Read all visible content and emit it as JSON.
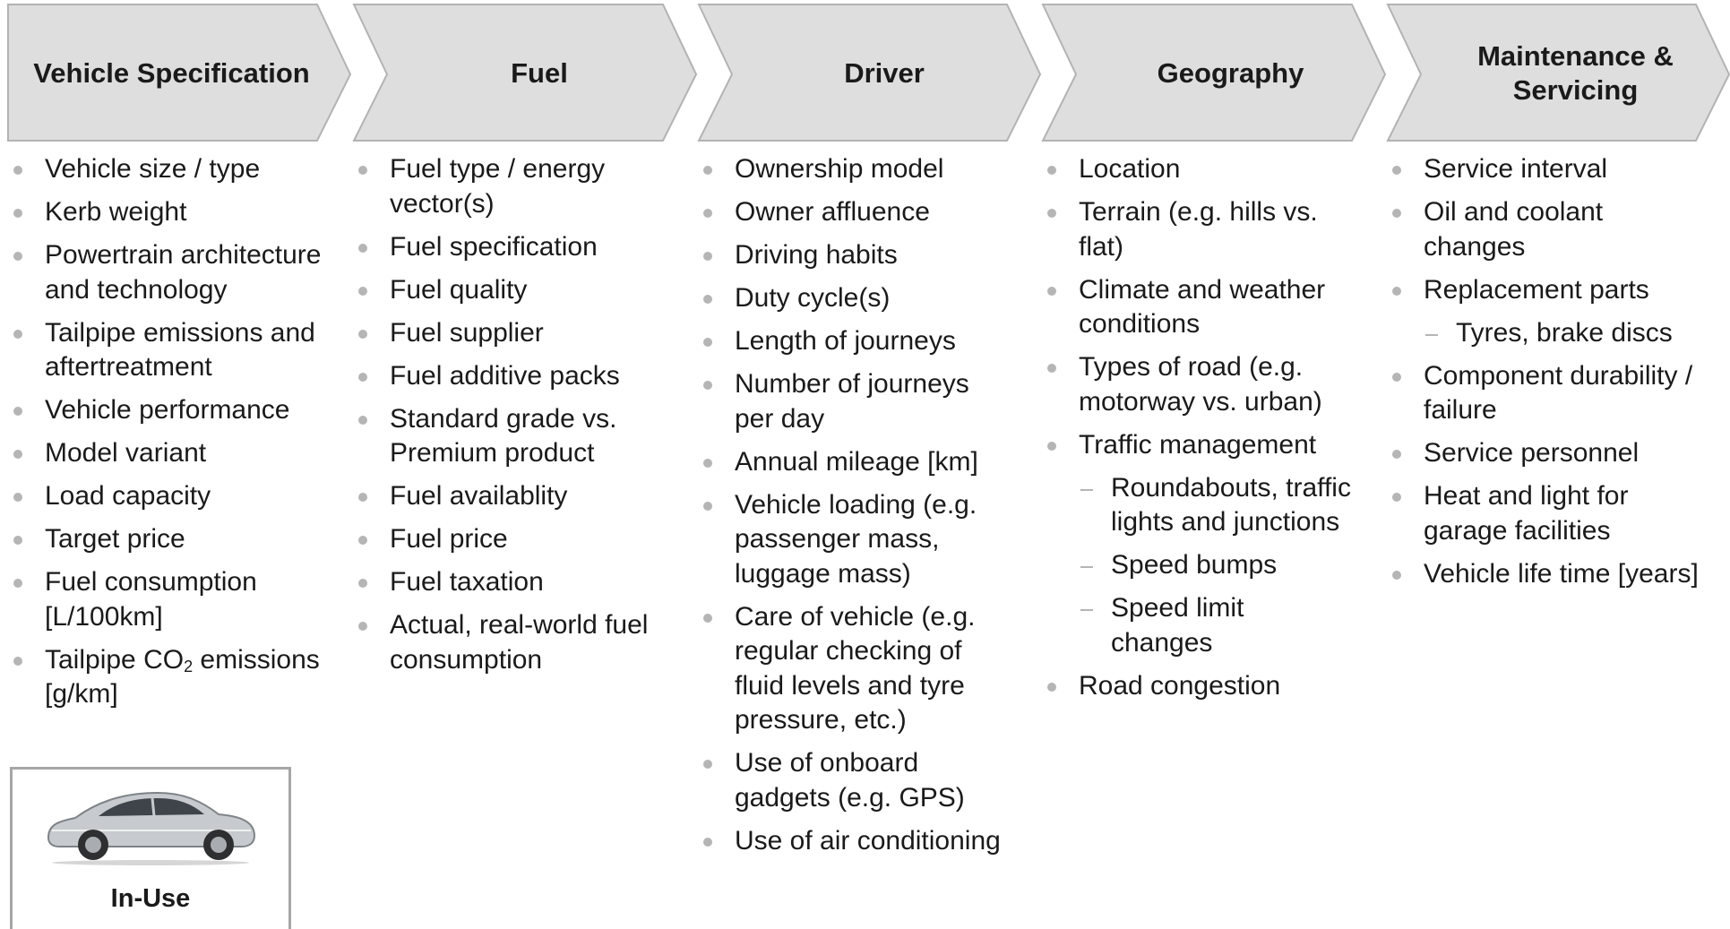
{
  "stages": [
    {
      "title": "Vehicle Specification",
      "items": [
        {
          "text": "Vehicle size / type"
        },
        {
          "text": "Kerb weight"
        },
        {
          "text": "Powertrain architecture and technology"
        },
        {
          "text": "Tailpipe emissions and aftertreatment"
        },
        {
          "text": "Vehicle performance"
        },
        {
          "text": "Model variant"
        },
        {
          "text": "Load capacity"
        },
        {
          "text": "Target price"
        },
        {
          "text": "Fuel consumption [L/100km]"
        },
        {
          "text": "Tailpipe CO",
          "sub": "2",
          "text2": " emissions [g/km]"
        }
      ]
    },
    {
      "title": "Fuel",
      "items": [
        {
          "text": "Fuel type / energy vector(s)"
        },
        {
          "text": "Fuel specification"
        },
        {
          "text": "Fuel quality"
        },
        {
          "text": "Fuel supplier"
        },
        {
          "text": "Fuel additive packs"
        },
        {
          "text": "Standard grade vs. Premium product"
        },
        {
          "text": "Fuel availablity"
        },
        {
          "text": "Fuel price"
        },
        {
          "text": "Fuel taxation"
        },
        {
          "text": "Actual, real-world fuel consumption"
        }
      ]
    },
    {
      "title": "Driver",
      "items": [
        {
          "text": "Ownership model"
        },
        {
          "text": "Owner affluence"
        },
        {
          "text": "Driving habits"
        },
        {
          "text": "Duty cycle(s)"
        },
        {
          "text": "Length of journeys"
        },
        {
          "text": "Number of journeys per day"
        },
        {
          "text": "Annual mileage [km]"
        },
        {
          "text": "Vehicle loading (e.g. passenger mass, luggage mass)"
        },
        {
          "text": "Care of vehicle (e.g. regular checking of fluid levels and tyre pressure, etc.)"
        },
        {
          "text": "Use of onboard gadgets (e.g. GPS)"
        },
        {
          "text": "Use of air conditioning"
        }
      ]
    },
    {
      "title": "Geography",
      "items": [
        {
          "text": "Location"
        },
        {
          "text": "Terrain (e.g. hills vs. flat)"
        },
        {
          "text": "Climate and weather conditions"
        },
        {
          "text": "Types of road (e.g. motorway vs. urban)"
        },
        {
          "text": "Traffic management"
        },
        {
          "text": "Roundabouts, traffic lights and junctions",
          "sub_level": true
        },
        {
          "text": "Speed bumps",
          "sub_level": true
        },
        {
          "text": "Speed limit changes",
          "sub_level": true
        },
        {
          "text": "Road congestion"
        }
      ]
    },
    {
      "title": "Maintenance & Servicing",
      "items": [
        {
          "text": "Service interval"
        },
        {
          "text": "Oil and coolant changes"
        },
        {
          "text": "Replacement parts"
        },
        {
          "text": "Tyres, brake discs",
          "sub_level": true
        },
        {
          "text": "Component durability / failure"
        },
        {
          "text": "Service personnel"
        },
        {
          "text": "Heat and light for garage facilities"
        },
        {
          "text": "Vehicle life time [years]"
        }
      ]
    }
  ],
  "in_use": {
    "label": "In-Use",
    "image": "car-image"
  },
  "colors": {
    "chevron_fill": "#dedede",
    "chevron_stroke": "#b3b3b3",
    "bullet": "#b5b5b5",
    "frame": "#a6a6a6"
  }
}
